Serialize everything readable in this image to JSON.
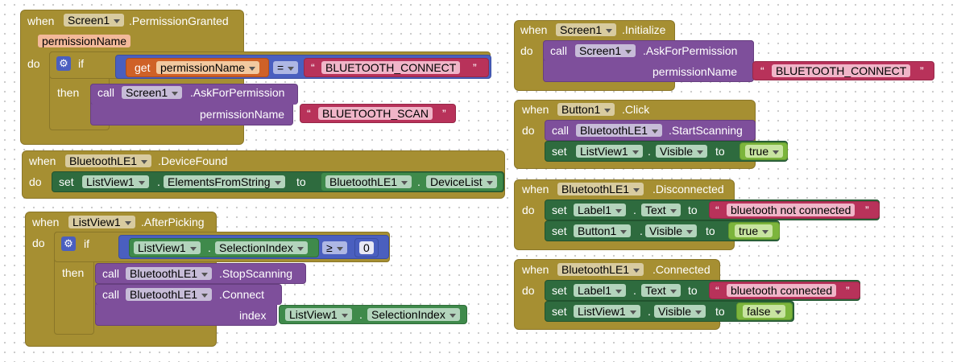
{
  "kw": {
    "when": "when",
    "do": "do",
    "if": "if",
    "then": "then",
    "call": "call",
    "set": "set",
    "get": "get",
    "to": "to",
    "dot": ".",
    "q": "“",
    "qc": "”"
  },
  "block1": {
    "component": "Screen1",
    "event": ".PermissionGranted",
    "param": "permissionName",
    "get_var": "permissionName",
    "op": "=",
    "string": "BLUETOOTH_CONNECT",
    "call_component": "Screen1",
    "call_method": ".AskForPermission",
    "arg_label": "permissionName",
    "arg_string": "BLUETOOTH_SCAN"
  },
  "block2": {
    "component": "BluetoothLE1",
    "event": ".DeviceFound",
    "set_component": "ListView1",
    "set_property": "ElementsFromString",
    "val_component": "BluetoothLE1",
    "val_property": "DeviceList"
  },
  "block3": {
    "component": "ListView1",
    "event": ".AfterPicking",
    "cond_component": "ListView1",
    "cond_property": "SelectionIndex",
    "op": "≥",
    "number": "0",
    "call1_component": "BluetoothLE1",
    "call1_method": ".StopScanning",
    "call2_component": "BluetoothLE1",
    "call2_method": ".Connect",
    "arg_label": "index",
    "arg_component": "ListView1",
    "arg_property": "SelectionIndex"
  },
  "block4": {
    "component": "Screen1",
    "event": ".Initialize",
    "call_component": "Screen1",
    "call_method": ".AskForPermission",
    "arg_label": "permissionName",
    "arg_string": "BLUETOOTH_CONNECT"
  },
  "block5": {
    "component": "Button1",
    "event": ".Click",
    "call_component": "BluetoothLE1",
    "call_method": ".StartScanning",
    "set_component": "ListView1",
    "set_property": "Visible",
    "value": "true"
  },
  "block6": {
    "component": "BluetoothLE1",
    "event": ".Disconnected",
    "set1_component": "Label1",
    "set1_property": "Text",
    "set1_string": "bluetooth not connected",
    "set2_component": "Button1",
    "set2_property": "Visible",
    "set2_value": "true"
  },
  "block7": {
    "component": "BluetoothLE1",
    "event": ".Connected",
    "set1_component": "Label1",
    "set1_property": "Text",
    "set1_string": "bluetooth connected",
    "set2_component": "ListView1",
    "set2_property": "Visible",
    "set2_value": "false"
  },
  "colors": {
    "event": "#a68f32",
    "method_call": "#7e4f9b",
    "setter": "#2e6b3e",
    "getter": "#3f8a4b",
    "variable": "#cf6127",
    "math_logic": "#4a5fbf",
    "boolean": "#7cb53c",
    "text": "#b8325a"
  }
}
